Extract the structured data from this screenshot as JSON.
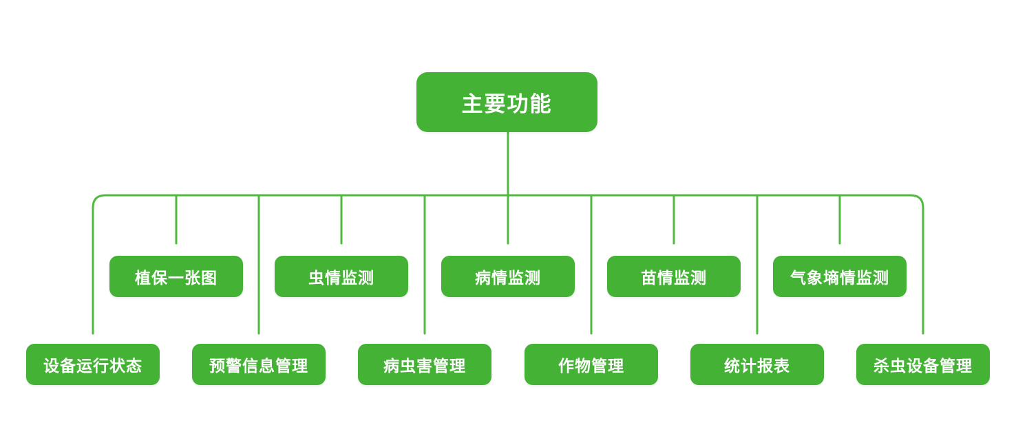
{
  "diagram": {
    "root": {
      "label": "主要功能"
    },
    "level2": [
      {
        "label": "植保一张图"
      },
      {
        "label": "虫情监测"
      },
      {
        "label": "病情监测"
      },
      {
        "label": "苗情监测"
      },
      {
        "label": "气象墒情监测"
      }
    ],
    "level3": [
      {
        "label": "设备运行状态"
      },
      {
        "label": "预警信息管理"
      },
      {
        "label": "病虫害管理"
      },
      {
        "label": "作物管理"
      },
      {
        "label": "统计报表"
      },
      {
        "label": "杀虫设备管理"
      }
    ],
    "colors": {
      "node_fill": "#44b234",
      "connector": "#4fba3d",
      "node_text": "#ffffff",
      "background": "#ffffff"
    }
  }
}
